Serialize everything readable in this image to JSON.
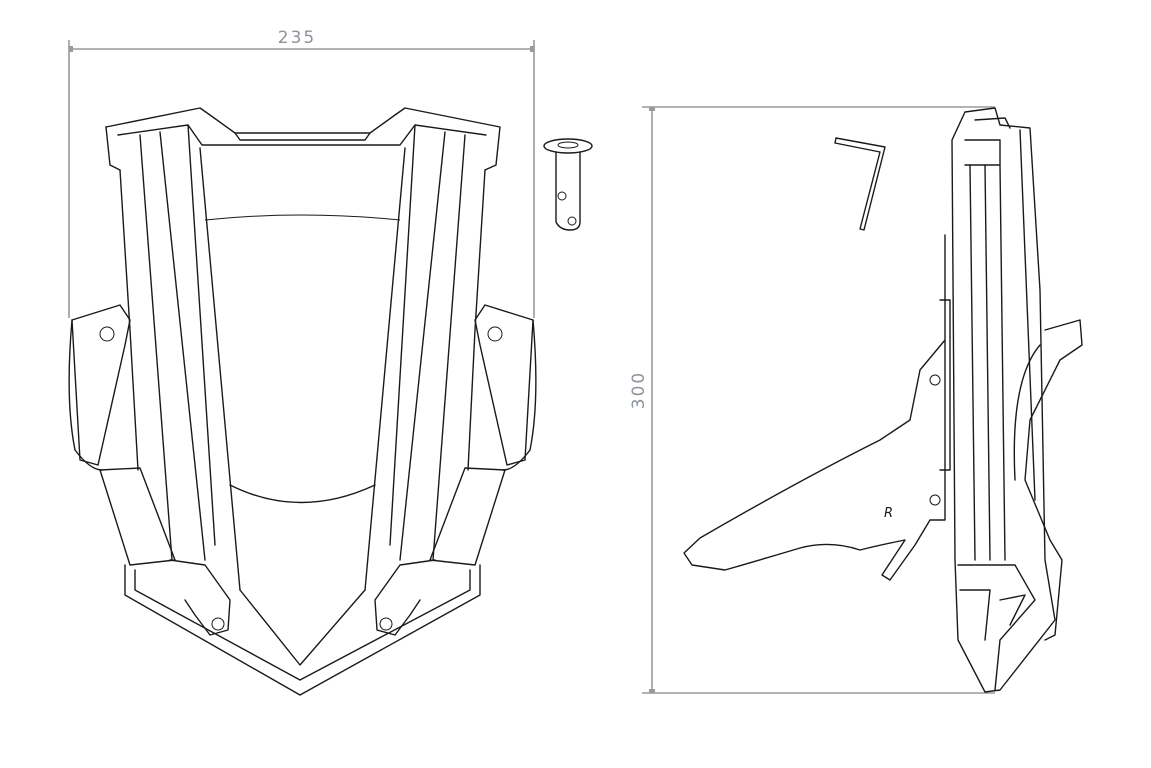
{
  "drawing": {
    "type": "technical line drawing",
    "views": [
      {
        "name": "front-view",
        "description": "Windscreen front view"
      },
      {
        "name": "side-view",
        "description": "Windscreen side view with bracket"
      }
    ],
    "parts": [
      {
        "name": "mounting-pin",
        "description": "Small flanged pin with two holes"
      },
      {
        "name": "hex-key",
        "description": "L-shaped allen key"
      }
    ]
  },
  "dimensions": {
    "width": {
      "value": "235",
      "orientation": "horizontal"
    },
    "height": {
      "value": "300",
      "orientation": "vertical"
    }
  },
  "labels": {
    "side_marker": "R"
  },
  "colors": {
    "line": "#1a1a1a",
    "dimension_line": "#9a9a9a",
    "dimension_text": "#8a939c",
    "background": "#ffffff"
  }
}
